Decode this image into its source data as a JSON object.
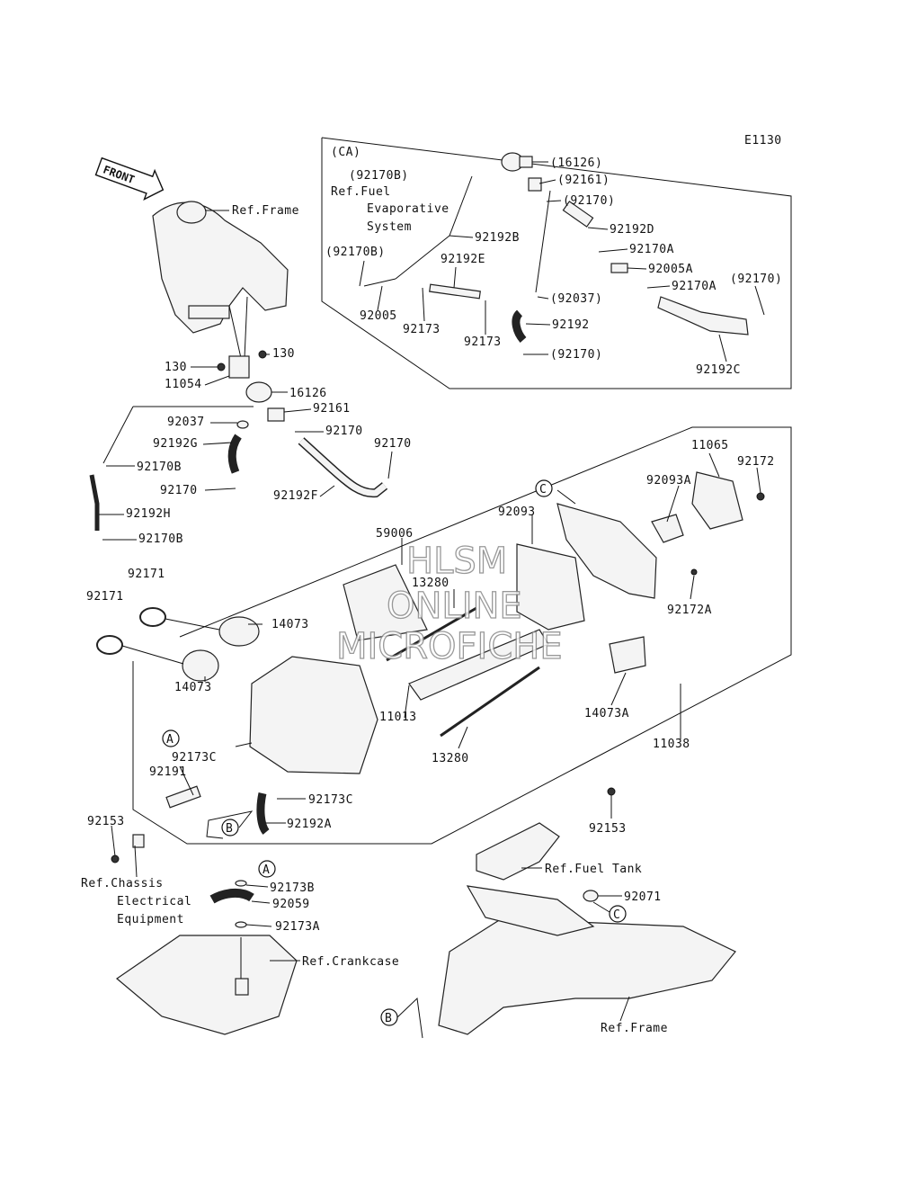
{
  "diagram_code": "E1130",
  "front_label": "FRONT",
  "ca": {
    "title": "(CA)",
    "refs": {
      "evap_line1": "Ref.Fuel",
      "evap_line2": "Evaporative",
      "evap_line3": "System"
    },
    "labels": {
      "p16126": "(16126)",
      "p92170B_top": "(92170B)",
      "p92161": "(92161)",
      "p92170_a": "(92170)",
      "p92192D": "92192D",
      "p92192B": "92192B",
      "p92170B_left": "(92170B)",
      "p92192E": "92192E",
      "p92170A_1": "92170A",
      "p92005A": "92005A",
      "p92170A_2": "92170A",
      "p92170_right": "(92170)",
      "p92005": "92005",
      "p92037": "(92037)",
      "p92173_1": "92173",
      "p92173_2": "92173",
      "p92192": "92192",
      "p92170_bottom": "(92170)",
      "p92192C": "92192C"
    }
  },
  "upper": {
    "ref_frame": "Ref.Frame",
    "labels": {
      "p130_right": "130",
      "p130_left": "130",
      "p11054": "11054",
      "p16126": "16126",
      "p92161": "92161",
      "p92037": "92037",
      "p92170_1": "92170",
      "p92192G": "92192G",
      "p92170_2": "92170",
      "p92170B_1": "92170B",
      "p92170_3": "92170",
      "p92192F": "92192F",
      "p92192H": "92192H",
      "p92170B_2": "92170B"
    }
  },
  "airbox": {
    "labels": {
      "p11065": "11065",
      "p92093A": "92093A",
      "p92172": "92172",
      "p92093": "92093",
      "p59006": "59006",
      "p13280_top": "13280",
      "p92172A": "92172A",
      "p92171_1": "92171",
      "p92171_2": "92171",
      "p14073_right": "14073",
      "p14073_left": "14073",
      "p11013": "11013",
      "p13280_bottom": "13280",
      "p14073A": "14073A",
      "p11038": "11038",
      "p92173C_1": "92173C",
      "p92191": "92191",
      "p92173C_2": "92173C",
      "p92192A": "92192A",
      "p92153_left": "92153",
      "p92153_right": "92153"
    },
    "callouts": {
      "A": "A",
      "B": "B",
      "C": "C"
    }
  },
  "lower": {
    "ref_chassis_1": "Ref.Chassis",
    "ref_chassis_2": "Electrical",
    "ref_chassis_3": "Equipment",
    "ref_crankcase": "Ref.Crankcase",
    "ref_fuel_tank": "Ref.Fuel Tank",
    "ref_frame": "Ref.Frame",
    "labels": {
      "p92173B": "92173B",
      "p92059": "92059",
      "p92173A": "92173A",
      "p92071": "92071"
    }
  },
  "watermark": {
    "line1": "HLSM",
    "line2": "ONLINE",
    "line3": "MICROFICHE"
  }
}
